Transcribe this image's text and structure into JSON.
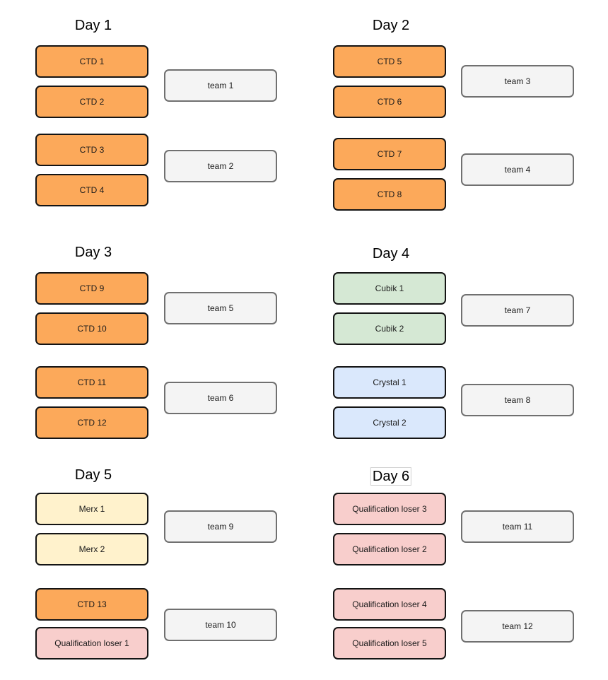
{
  "days": [
    {
      "title": "Day 1",
      "groups": [
        {
          "slots": [
            {
              "label": "CTD 1",
              "color": "orange"
            },
            {
              "label": "CTD 2",
              "color": "orange"
            }
          ],
          "team": "team 1"
        },
        {
          "slots": [
            {
              "label": "CTD 3",
              "color": "orange"
            },
            {
              "label": "CTD 4",
              "color": "orange"
            }
          ],
          "team": "team 2"
        }
      ]
    },
    {
      "title": "Day 2",
      "groups": [
        {
          "slots": [
            {
              "label": "CTD 5",
              "color": "orange"
            },
            {
              "label": "CTD 6",
              "color": "orange"
            }
          ],
          "team": "team 3"
        },
        {
          "slots": [
            {
              "label": "CTD 7",
              "color": "orange"
            },
            {
              "label": "CTD 8",
              "color": "orange"
            }
          ],
          "team": "team 4"
        }
      ]
    },
    {
      "title": "Day 3",
      "groups": [
        {
          "slots": [
            {
              "label": "CTD 9",
              "color": "orange"
            },
            {
              "label": "CTD 10",
              "color": "orange"
            }
          ],
          "team": "team 5"
        },
        {
          "slots": [
            {
              "label": "CTD 11",
              "color": "orange"
            },
            {
              "label": "CTD 12",
              "color": "orange"
            }
          ],
          "team": "team 6"
        }
      ]
    },
    {
      "title": "Day 4",
      "groups": [
        {
          "slots": [
            {
              "label": "Cubik 1",
              "color": "green"
            },
            {
              "label": "Cubik 2",
              "color": "green"
            }
          ],
          "team": "team 7"
        },
        {
          "slots": [
            {
              "label": "Crystal 1",
              "color": "blue"
            },
            {
              "label": "Crystal 2",
              "color": "blue"
            }
          ],
          "team": "team 8"
        }
      ]
    },
    {
      "title": "Day 5",
      "groups": [
        {
          "slots": [
            {
              "label": "Merx 1",
              "color": "yellow"
            },
            {
              "label": "Merx 2",
              "color": "yellow"
            }
          ],
          "team": "team 9"
        },
        {
          "slots": [
            {
              "label": "CTD 13",
              "color": "orange"
            },
            {
              "label": "Qualification loser 1",
              "color": "red"
            }
          ],
          "team": "team 10"
        }
      ]
    },
    {
      "title": "Day 6",
      "groups": [
        {
          "slots": [
            {
              "label": "Qualification loser 3",
              "color": "red"
            },
            {
              "label": "Qualification loser 2",
              "color": "red"
            }
          ],
          "team": "team 11"
        },
        {
          "slots": [
            {
              "label": "Qualification loser 4",
              "color": "red"
            },
            {
              "label": "Qualification loser 5",
              "color": "red"
            }
          ],
          "team": "team 12"
        }
      ]
    }
  ],
  "colors": {
    "orange": "#fca95a",
    "green": "#d5e8d4",
    "blue": "#dae8fc",
    "yellow": "#fff2cc",
    "red": "#f8cecc",
    "team": "#f4f4f4"
  }
}
